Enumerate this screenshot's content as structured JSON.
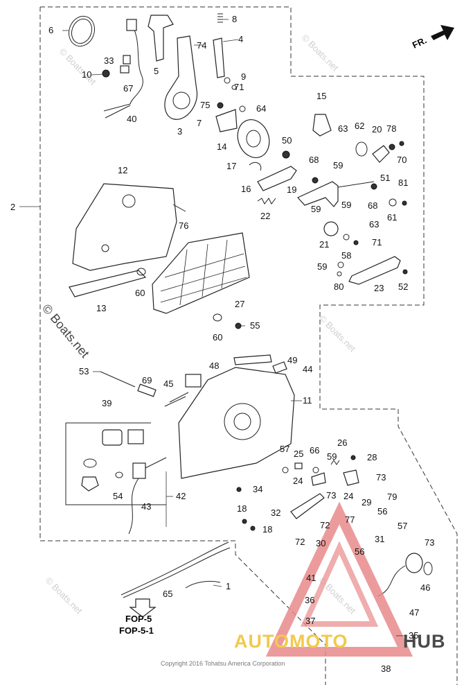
{
  "direction_label": "FR.",
  "watermark": "© Boats.net",
  "copyright": "Copyright 2016 Tohatsu America Corporation",
  "reference_lines": [
    "FOP-5",
    "FOP-5-1"
  ],
  "brand": {
    "part1": "AUTOMOTO",
    "part2": "HUB"
  },
  "callouts": {
    "c1": "1",
    "c2": "2",
    "c3": "3",
    "c4": "4",
    "c5": "5",
    "c6": "6",
    "c7": "7",
    "c8": "8",
    "c9": "9",
    "c10": "10",
    "c11": "11",
    "c12": "12",
    "c13": "13",
    "c14": "14",
    "c15": "15",
    "c16": "16",
    "c17": "17",
    "c18a": "18",
    "c18b": "18",
    "c19": "19",
    "c20": "20",
    "c21": "21",
    "c22": "22",
    "c23": "23",
    "c24a": "24",
    "c24b": "24",
    "c25": "25",
    "c26": "26",
    "c27": "27",
    "c28": "28",
    "c29": "29",
    "c30": "30",
    "c31": "31",
    "c32": "32",
    "c33": "33",
    "c34": "34",
    "c35": "35",
    "c36": "36",
    "c37": "37",
    "c38": "38",
    "c39": "39",
    "c40": "40",
    "c41": "41",
    "c42": "42",
    "c43": "43",
    "c44": "44",
    "c45": "45",
    "c46": "46",
    "c47": "47",
    "c48": "48",
    "c49": "49",
    "c50": "50",
    "c51": "51",
    "c52": "52",
    "c53": "53",
    "c54": "54",
    "c55": "55",
    "c56a": "56",
    "c56b": "56",
    "c57a": "57",
    "c57b": "57",
    "c58": "58",
    "c59a": "59",
    "c59b": "59",
    "c59c": "59",
    "c59d": "59",
    "c59e": "59",
    "c60a": "60",
    "c60b": "60",
    "c61": "61",
    "c62": "62",
    "c63a": "63",
    "c63b": "63",
    "c64": "64",
    "c65": "65",
    "c66": "66",
    "c67": "67",
    "c68a": "68",
    "c68b": "68",
    "c69": "69",
    "c70": "70",
    "c71a": "71",
    "c71b": "71",
    "c72a": "72",
    "c72b": "72",
    "c73a": "73",
    "c73b": "73",
    "c73c": "73",
    "c74": "74",
    "c75": "75",
    "c76": "76",
    "c77": "77",
    "c78": "78",
    "c79": "79",
    "c80": "80",
    "c81": "81"
  }
}
